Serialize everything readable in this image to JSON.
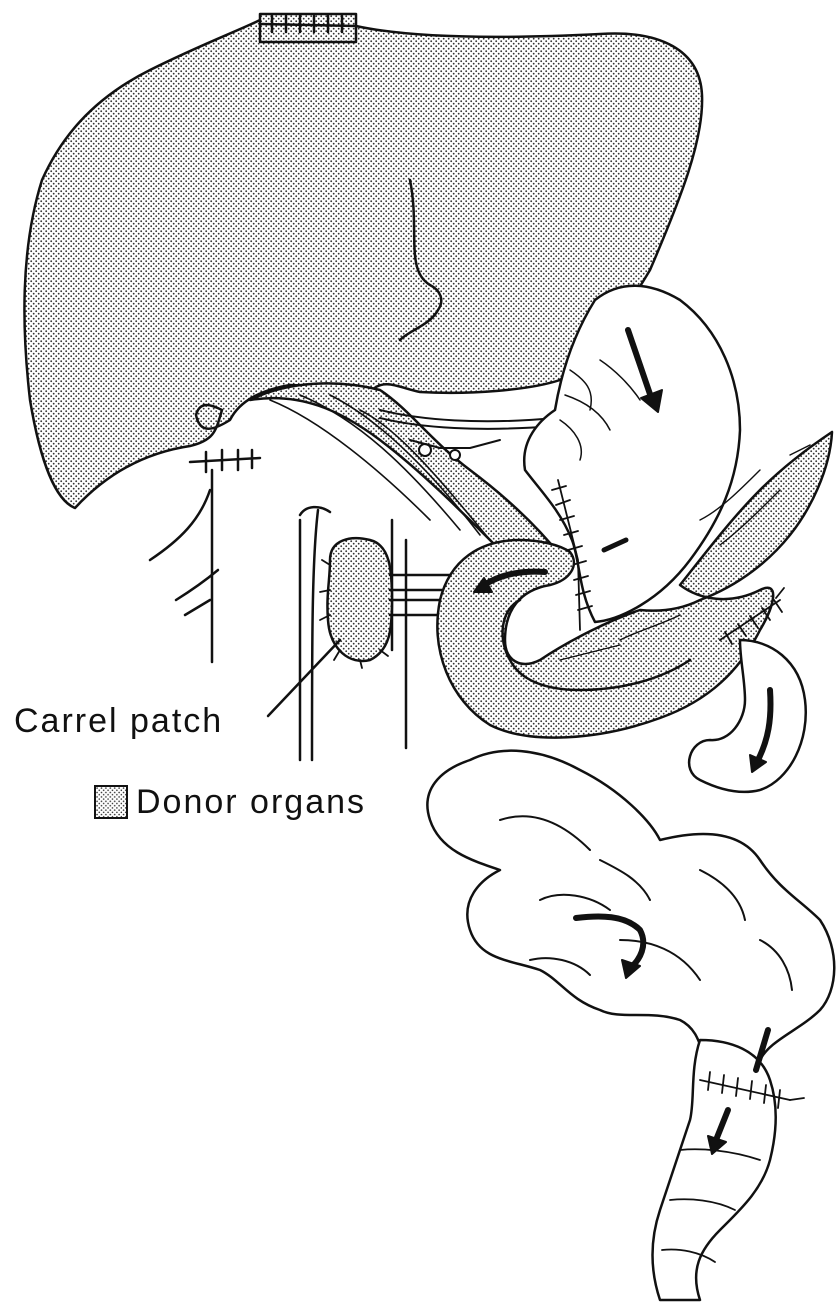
{
  "labels": {
    "carrel_patch": "Carrel patch"
  },
  "legend": {
    "swatch_meaning": "Donor organs",
    "swatch_fill": "dotted-stipple"
  },
  "colors": {
    "ink": "#111111",
    "background": "#ffffff",
    "stipple_dot": "#333333"
  }
}
